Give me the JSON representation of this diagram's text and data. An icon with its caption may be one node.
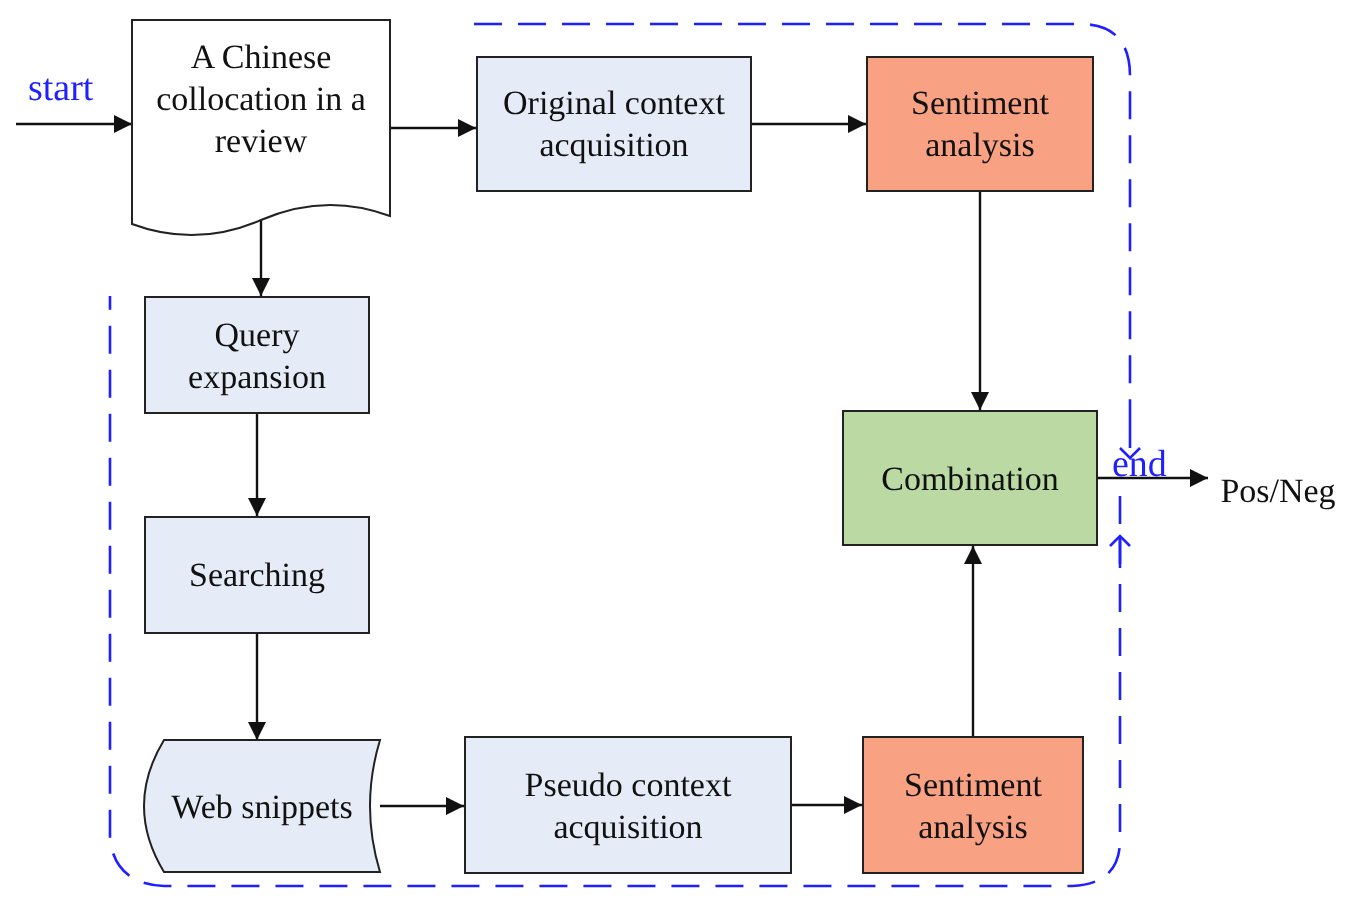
{
  "diagram": {
    "nodes": [
      {
        "text": [
          "A Chinese collocation in a review"
        ]
      },
      {
        "text": [
          "Original context acquisition"
        ]
      },
      {
        "text": [
          "Sentiment analysis"
        ]
      },
      {
        "text": [
          "Query expansion"
        ]
      },
      {
        "text": [
          "Searching"
        ]
      },
      {
        "text": [
          "Web snippets"
        ]
      },
      {
        "text": [
          "Pseudo context acquisition"
        ]
      },
      {
        "text": [
          "Sentiment analysis"
        ]
      },
      {
        "text": [
          "Combination"
        ]
      },
      {
        "text": [
          "Pos/Neg"
        ]
      }
    ],
    "edges": [
      {
        "from": null,
        "to": 0,
        "arrow": "to"
      },
      {
        "from": 0,
        "to": 1,
        "arrow": "to"
      },
      {
        "from": 1,
        "to": 2,
        "arrow": "to"
      },
      {
        "from": 0,
        "to": 3,
        "arrow": "to"
      },
      {
        "from": 3,
        "to": 4,
        "arrow": "to"
      },
      {
        "from": 4,
        "to": 5,
        "arrow": "to"
      },
      {
        "from": 5,
        "to": 6,
        "arrow": "to"
      },
      {
        "from": 6,
        "to": 7,
        "arrow": "to"
      },
      {
        "from": 2,
        "to": 8,
        "arrow": "to"
      },
      {
        "from": 7,
        "to": 8,
        "arrow": "to"
      },
      {
        "from": 8,
        "to": 9,
        "arrow": "to"
      }
    ],
    "labels": [
      "start",
      "end"
    ]
  }
}
